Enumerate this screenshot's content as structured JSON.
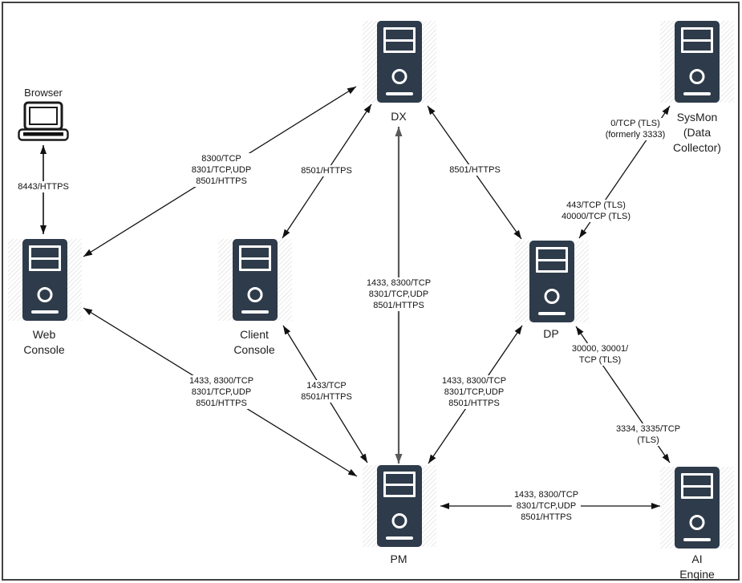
{
  "diagram": {
    "kind": "network-architecture-diagram",
    "colors": {
      "server_fill": "#2e3b4a",
      "arrow_black": "#111111",
      "arrow_gray": "#595959",
      "text": "#1d1d1d",
      "hatch_shadow": "#e9e9e9",
      "frame_border": "#424242",
      "background": "#ffffff"
    }
  },
  "nodes": [
    {
      "id": "browser",
      "type": "laptop",
      "label": "Browser"
    },
    {
      "id": "web-console",
      "type": "server",
      "label": "Web\nConsole"
    },
    {
      "id": "client-console",
      "type": "server",
      "label": "Client\nConsole"
    },
    {
      "id": "dx",
      "type": "server",
      "label": "DX"
    },
    {
      "id": "dp",
      "type": "server",
      "label": "DP"
    },
    {
      "id": "sysmon",
      "type": "server",
      "label": "SysMon\n(Data\nCollector)"
    },
    {
      "id": "pm",
      "type": "server",
      "label": "PM"
    },
    {
      "id": "ai-engine",
      "type": "server",
      "label": "AI Engine"
    }
  ],
  "edges": [
    {
      "id": "browser-web-console",
      "from": "Browser",
      "to": "Web Console",
      "bidirectional": true,
      "label": "8443/HTTPS"
    },
    {
      "id": "web-console-dx",
      "from": "Web Console",
      "to": "DX",
      "bidirectional": true,
      "label": "8300/TCP\n8301/TCP,UDP\n8501/HTTPS"
    },
    {
      "id": "client-console-dx",
      "from": "Client Console",
      "to": "DX",
      "bidirectional": true,
      "label": "8501/HTTPS"
    },
    {
      "id": "dx-dp",
      "from": "DX",
      "to": "DP",
      "bidirectional": true,
      "label": "8501/HTTPS"
    },
    {
      "id": "pm-dx",
      "from": "PM",
      "to": "DX",
      "bidirectional": true,
      "label": "1433, 8300/TCP\n8301/TCP,UDP\n8501/HTTPS"
    },
    {
      "id": "sysmon-dp",
      "from": "SysMon (Data Collector)",
      "to": "DP",
      "bidirectional": true,
      "label": "0/TCP (TLS)\n(formerly 3333)",
      "label2": "443/TCP (TLS)\n40000/TCP (TLS)"
    },
    {
      "id": "dp-pm",
      "from": "DP",
      "to": "PM",
      "bidirectional": true,
      "label": "1433, 8300/TCP\n8301/TCP,UDP\n8501/HTTPS"
    },
    {
      "id": "client-console-pm",
      "from": "Client Console",
      "to": "PM",
      "bidirectional": true,
      "label": "1433/TCP\n8501/HTTPS"
    },
    {
      "id": "web-console-pm",
      "from": "Web Console",
      "to": "PM",
      "bidirectional": true,
      "label": "1433, 8300/TCP\n8301/TCP,UDP\n8501/HTTPS"
    },
    {
      "id": "dp-ai-engine",
      "from": "DP",
      "to": "AI Engine",
      "bidirectional": true,
      "label": "30000, 30001/\nTCP (TLS)",
      "label2": "3334, 3335/TCP\n(TLS)"
    },
    {
      "id": "pm-ai-engine",
      "from": "PM",
      "to": "AI Engine",
      "bidirectional": true,
      "label": "1433, 8300/TCP\n8301/TCP,UDP\n8501/HTTPS"
    }
  ]
}
